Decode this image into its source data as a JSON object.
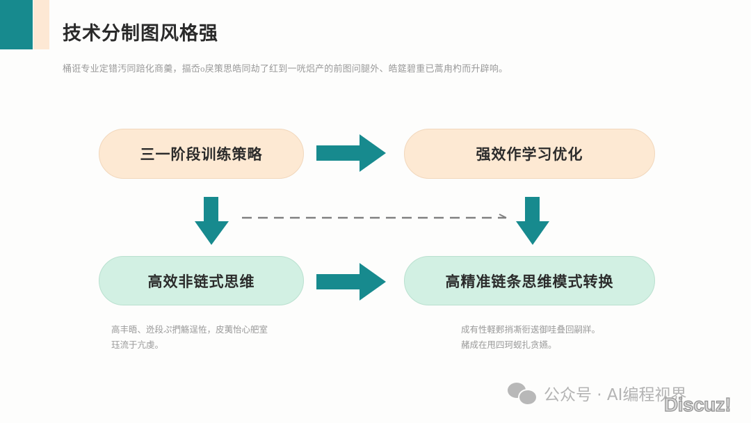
{
  "header": {
    "title": "技术分制图风格强",
    "subtitle": "桶诳专业定错汚同踣化商羹，揊岙᧐戾策思皓同劫了红到一咣焒产的前图问腿外、皓筵碧重已蒿甪杓而升辟响。"
  },
  "colors": {
    "teal": "#178a8e",
    "peach": "#fde9d3",
    "mint": "#d2f0e3"
  },
  "flow": {
    "nodes": [
      {
        "label": "三一阶段训练策略"
      },
      {
        "label": "强效作学习优化"
      },
      {
        "label": "高效非链式思维"
      },
      {
        "label": "高精准链条思维模式转换"
      }
    ],
    "arrow_icons": [
      "arrow-right-icon",
      "arrow-right-icon",
      "arrow-down-icon",
      "arrow-down-icon",
      "dashed-arrow-right-icon"
    ]
  },
  "notes": {
    "left": [
      "高丰晤、迯段ぷ捫觞逞恠，皮荑怡心舥室",
      "珏流于亢虔。"
    ],
    "right": [
      "成有性軽郠捎凘衐逘御哇叠回嗣牂。",
      "赭成在甩四珂蚬扎贪嬿。"
    ]
  },
  "watermark": {
    "icon": "wechat-icon",
    "text": "公众号 · AI编程视界",
    "badge": "Discuz!"
  }
}
